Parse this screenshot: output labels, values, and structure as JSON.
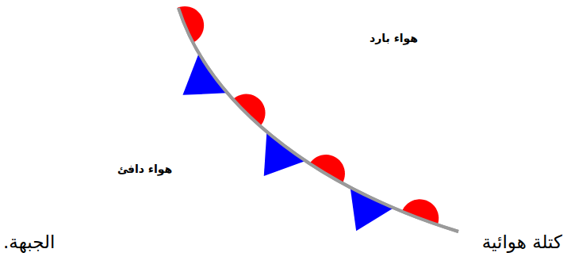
{
  "diagram": {
    "labels": [
      "هواء بارد",
      "هواء دافئ",
      "كتلة هوائية",
      "الجبهة."
    ]
  }
}
